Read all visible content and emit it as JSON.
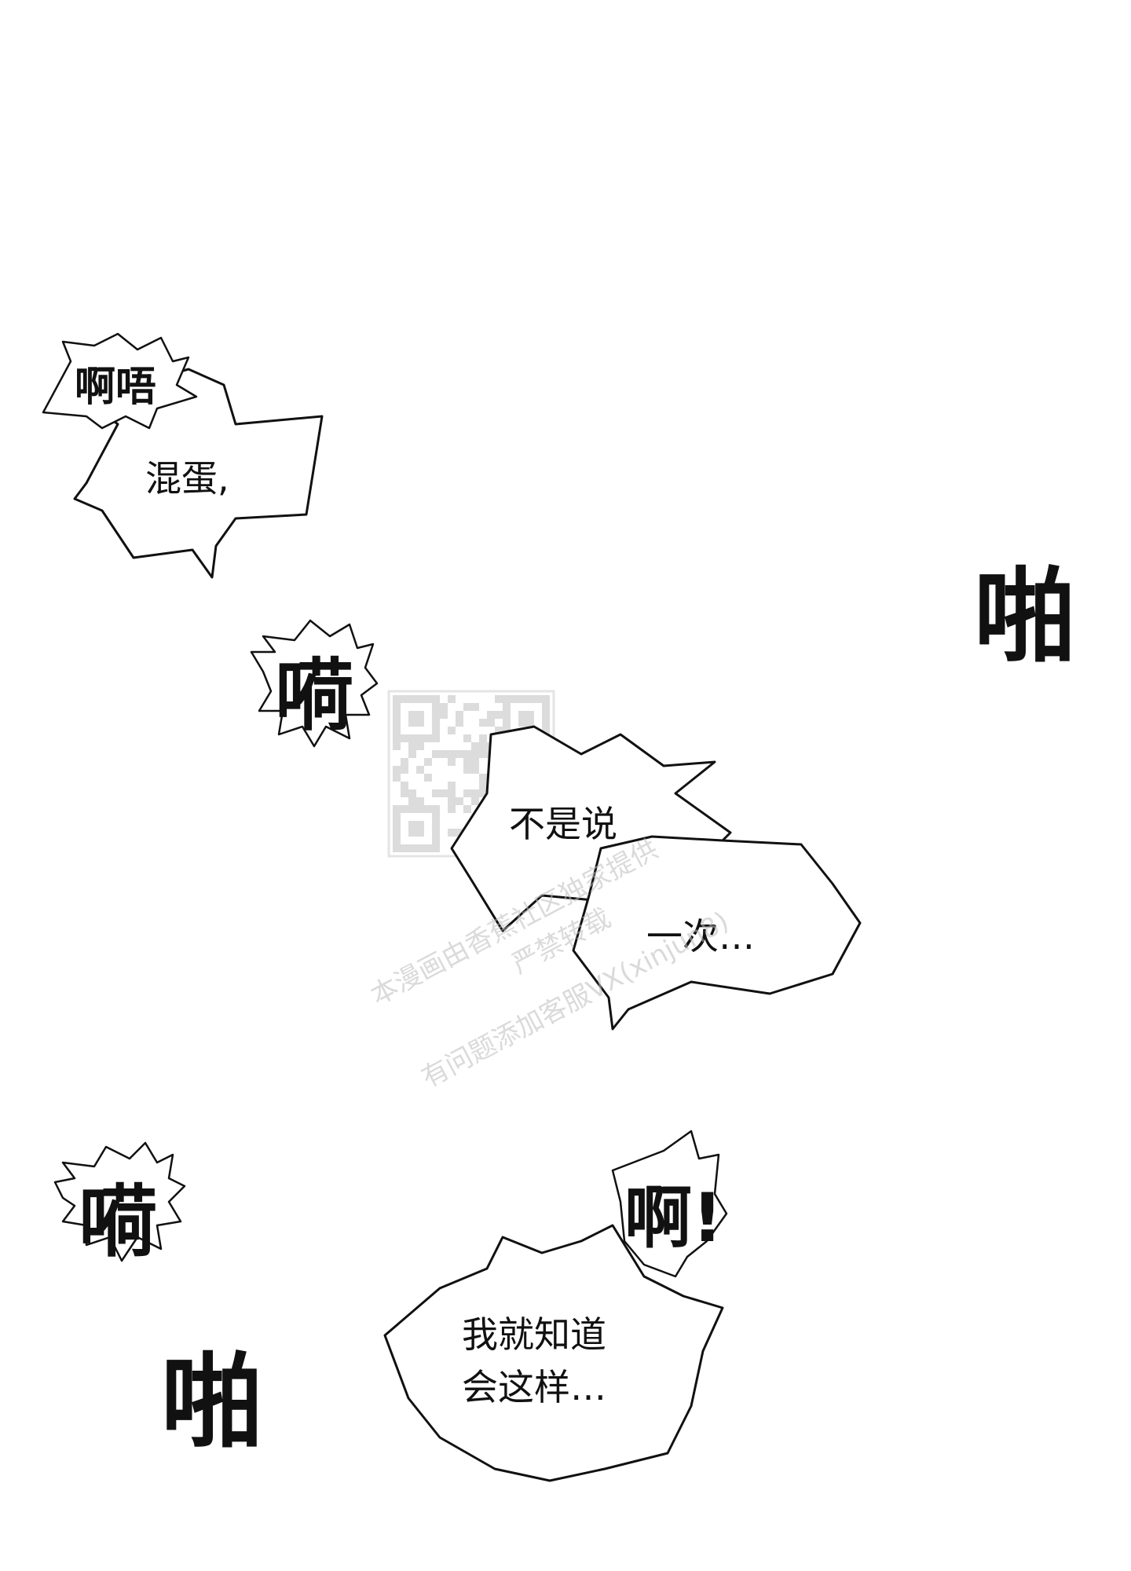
{
  "panel": {
    "background_color": "#ffffff",
    "ink_color": "#111111"
  },
  "bubbles": {
    "bubble_1_line": "混蛋,",
    "bubble_2_line": "不是说",
    "bubble_3_line": "一次…",
    "bubble_4_line_1": "我就知道",
    "bubble_4_line_2": "会这样…"
  },
  "sound_effects": {
    "sfx_awu": "啊唔",
    "sfx_pa_1": "啪",
    "sfx_ji_1": "嗬",
    "sfx_ji_2": "嗬",
    "sfx_a": "啊!",
    "sfx_pa_2": "啪"
  },
  "watermark": {
    "line_1": "本漫画由香蕉社区独家提供",
    "line_2": "严禁转载",
    "line_3": "有问题添加客服VX(xinjun8)"
  }
}
